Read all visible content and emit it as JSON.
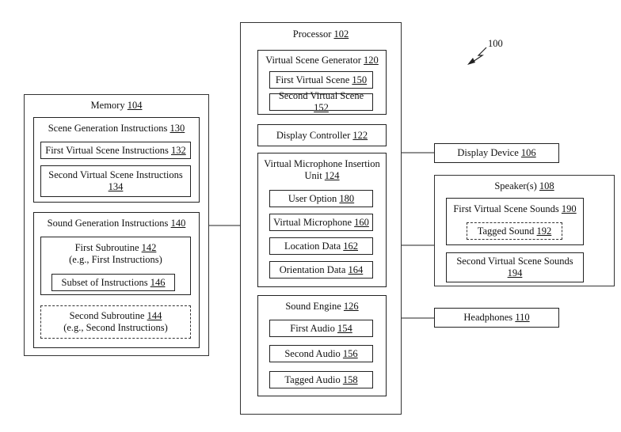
{
  "ref_label": "100",
  "memory": {
    "title": "Memory",
    "num": "104",
    "scene_gen": {
      "title": "Scene Generation Instructions",
      "num": "130",
      "first": {
        "text": "First Virtual Scene Instructions",
        "num": "132"
      },
      "second": {
        "text": "Second Virtual Scene Instructions",
        "num": "134"
      }
    },
    "sound_gen": {
      "title": "Sound Generation Instructions",
      "num": "140",
      "first_sub": {
        "text": "First Subroutine",
        "num": "142",
        "sub": "(e.g., First Instructions)"
      },
      "subset": {
        "text": "Subset of Instructions",
        "num": "146"
      },
      "second_sub": {
        "text": "Second Subroutine",
        "num": "144",
        "sub": "(e.g., Second Instructions)"
      }
    }
  },
  "processor": {
    "title": "Processor",
    "num": "102",
    "vsg": {
      "title": "Virtual Scene Generator",
      "num": "120",
      "first": {
        "text": "First Virtual Scene",
        "num": "150"
      },
      "second": {
        "text": "Second Virtual Scene",
        "num": "152"
      }
    },
    "display_controller": {
      "text": "Display Controller",
      "num": "122"
    },
    "vmiu": {
      "title": "Virtual Microphone Insertion",
      "title2": "Unit",
      "num": "124",
      "user_option": {
        "text": "User Option",
        "num": "180"
      },
      "virtual_mic": {
        "text": "Virtual Microphone",
        "num": "160"
      },
      "location": {
        "text": "Location Data",
        "num": "162"
      },
      "orientation": {
        "text": "Orientation Data",
        "num": "164"
      }
    },
    "sound_engine": {
      "title": "Sound Engine",
      "num": "126",
      "first": {
        "text": "First Audio",
        "num": "154"
      },
      "second": {
        "text": "Second Audio",
        "num": "156"
      },
      "tagged": {
        "text": "Tagged Audio",
        "num": "158"
      }
    }
  },
  "display_device": {
    "text": "Display Device",
    "num": "106"
  },
  "speakers": {
    "title": "Speaker(s)",
    "num": "108",
    "first_sounds": {
      "text": "First Virtual Scene Sounds",
      "num": "190"
    },
    "tagged_sound": {
      "text": "Tagged Sound",
      "num": "192"
    },
    "second_sounds": {
      "text": "Second Virtual Scene Sounds",
      "num": "194"
    }
  },
  "headphones": {
    "text": "Headphones",
    "num": "110"
  }
}
